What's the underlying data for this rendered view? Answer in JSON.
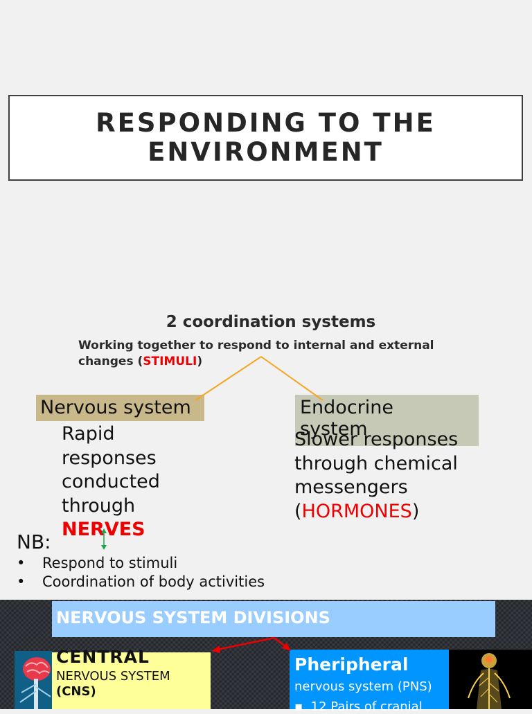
{
  "slide1": {
    "title": "RESPONDING TO THE ENVIRONMENT",
    "subtitle": "2 coordination systems",
    "intro_before": "Working together to respond to internal and external changes (",
    "intro_highlight": "STIMULI",
    "intro_after": ")",
    "nervous": {
      "label": "Nervous system",
      "desc": "Rapid responses conducted through",
      "desc_highlight": "NERVES"
    },
    "endocrine": {
      "label": "Endocrine system",
      "desc_before": "Slower responses through chemical messengers (",
      "desc_highlight": "HORMONES",
      "desc_after": ")"
    },
    "nb": {
      "label": "NB:",
      "bullet": "•",
      "items": [
        "Respond to stimuli",
        "Coordination of body activities"
      ]
    }
  },
  "slide2": {
    "banner": "NERVOUS SYSTEM DIVISIONS",
    "central": {
      "title": "CENTRAL",
      "subtitle": "NERVOUS SYSTEM",
      "abbr": "(CNS)"
    },
    "peripheral": {
      "title": "Pheripheral",
      "subtitle": "nervous system (PNS)",
      "bullet_marker": "▪",
      "bullet": "12 Pairs of cranial"
    }
  },
  "colors": {
    "highlight_red": "#ee0000",
    "nervous_box": "#c9b98a",
    "endocrine_box": "#c7c9b7",
    "connector_orange": "#f5a623",
    "arrow_green": "#1aa64a",
    "arrow_red": "#ee0000",
    "banner_blue": "#99ccff",
    "central_yellow": "#ffff99",
    "peripheral_blue": "#0095ff"
  },
  "icons": [
    "brain-spine-illustration",
    "human-nervous-system-illustration"
  ]
}
